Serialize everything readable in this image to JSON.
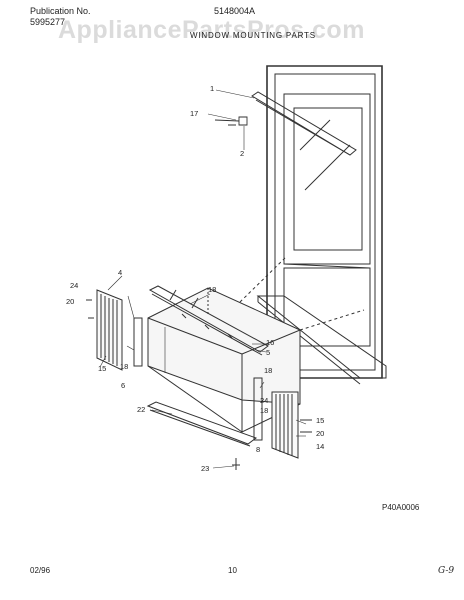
{
  "header": {
    "publication_label": "Publication No.",
    "publication_number": "5995277",
    "model_number": "5148004A",
    "section_title": "WINDOW MOUNTING PARTS",
    "watermark": "AppliancePartsPros.com"
  },
  "callouts": [
    "1",
    "17",
    "2",
    "18",
    "4",
    "24",
    "20",
    "16",
    "5",
    "15",
    "18",
    "6",
    "22",
    "23",
    "18",
    "24",
    "18",
    "8",
    "15",
    "20",
    "14"
  ],
  "footer": {
    "drawing_code": "P40A0006",
    "date": "02/96",
    "page_number": "10",
    "handwritten": "G-9"
  },
  "colors": {
    "line": "#333333",
    "watermark": "#bebebe",
    "fill": "#f6f6f6"
  }
}
